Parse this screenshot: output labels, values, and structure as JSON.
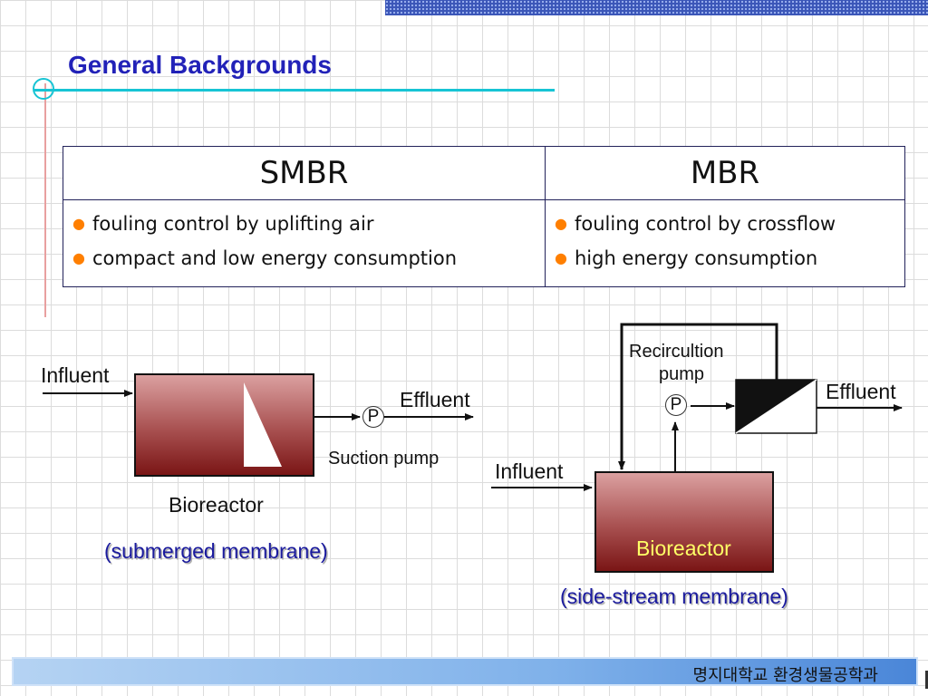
{
  "title": "General Backgrounds",
  "table": {
    "headers": [
      "SMBR",
      "MBR"
    ],
    "smbr_points": [
      "fouling control by uplifting air",
      "compact and low energy consumption"
    ],
    "mbr_points": [
      "fouling control by crossflow",
      "high energy consumption"
    ]
  },
  "left_diagram": {
    "influent": "Influent",
    "effluent": "Effluent",
    "pump_symbol": "P",
    "pump_label": "Suction pump",
    "reactor_label": "Bioreactor",
    "caption": "(submerged membrane)"
  },
  "right_diagram": {
    "recirc_label_line1": "Recircultion",
    "recirc_label_line2": "pump",
    "pump_symbol": "P",
    "effluent": "Effluent",
    "influent": "Influent",
    "reactor_label": "Bioreactor",
    "caption": "(side-stream membrane)"
  },
  "footer": "명지대학교 환경생물공학과",
  "colors": {
    "title": "#2222b8",
    "accent_rule": "#17c4d4",
    "bullet": "#ff7f00",
    "reactor_dark": "#7a1515",
    "caption": "#1a1a9e"
  }
}
